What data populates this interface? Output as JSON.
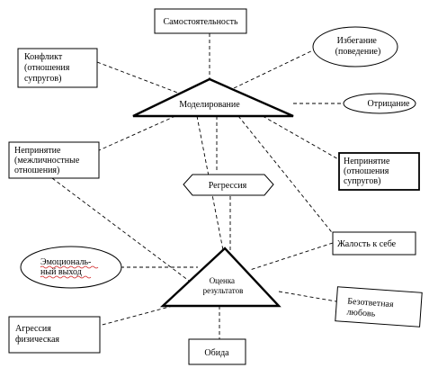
{
  "nodes": {
    "samostoyatelnost": {
      "lines": [
        "Самостоятельность"
      ]
    },
    "konflikt": {
      "lines": [
        "Конфликт",
        "(отношения",
        "супругов)"
      ]
    },
    "izbeganie": {
      "lines": [
        "Избегание",
        "(поведение)"
      ]
    },
    "modelirovanie": {
      "lines": [
        "Моделирование"
      ]
    },
    "otritsanie": {
      "lines": [
        "Отрицание"
      ]
    },
    "neprinyatie_mezh": {
      "lines": [
        "Непринятие",
        "(межличностные",
        "отношения)"
      ]
    },
    "neprinyatie_supr": {
      "lines": [
        "Непринятие",
        "(отношения",
        "супругов)"
      ]
    },
    "regressiya": {
      "lines": [
        "Регрессия"
      ]
    },
    "zhalost": {
      "lines": [
        "Жалость к себе"
      ]
    },
    "emotsionalny_vykhod": {
      "lines": [
        "Эмоциональ-",
        "ный выход"
      ]
    },
    "otsenka": {
      "lines": [
        "Оценка",
        "результатов"
      ]
    },
    "agressiya": {
      "lines": [
        "Агрессия",
        "физическая"
      ]
    },
    "bezotvetnaya": {
      "lines": [
        "Безответная",
        "любовь"
      ]
    },
    "obida": {
      "lines": [
        "Обида"
      ]
    }
  }
}
